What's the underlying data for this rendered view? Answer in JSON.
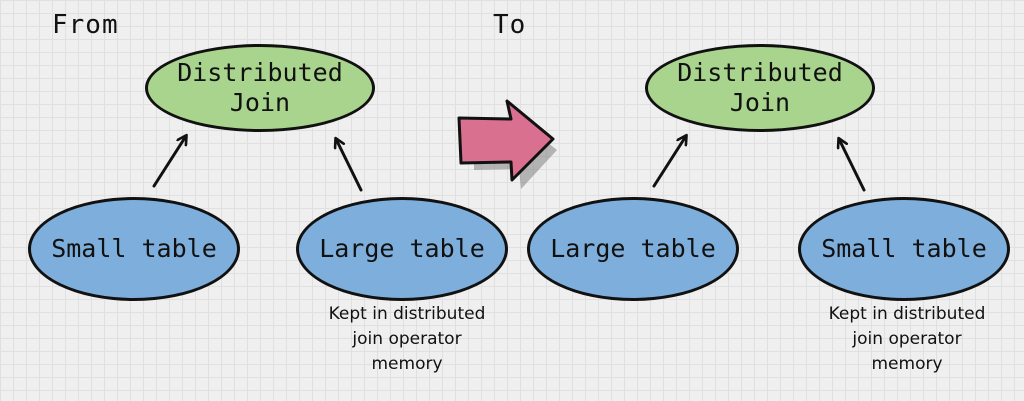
{
  "headings": {
    "from": "From",
    "to": "To"
  },
  "left": {
    "join": "Distributed\nJoin",
    "left_table": "Small table",
    "right_table": "Large table",
    "note": "Kept in distributed\njoin operator\nmemory"
  },
  "right": {
    "join": "Distributed\nJoin",
    "left_table": "Large table",
    "right_table": "Small table",
    "note": "Kept in distributed\njoin operator\nmemory"
  },
  "colors": {
    "join_fill": "#a9d48d",
    "table_fill": "#7eaedb",
    "transition_arrow": "#d9708f",
    "outline": "#111111"
  }
}
